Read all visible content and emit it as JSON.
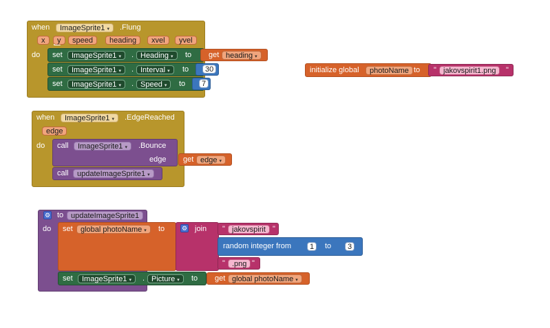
{
  "block1": {
    "when": "when",
    "component": "ImageSprite1",
    "event": ".Flung",
    "params": [
      "x",
      "y",
      "speed",
      "heading",
      "xvel",
      "yvel"
    ],
    "do": "do",
    "set": "set",
    "dot": ".",
    "to": "to",
    "get": "get",
    "rows": [
      {
        "component": "ImageSprite1",
        "property": "Heading",
        "value": "heading"
      },
      {
        "component": "ImageSprite1",
        "property": "Interval",
        "value": "30"
      },
      {
        "component": "ImageSprite1",
        "property": "Speed",
        "value": "7"
      }
    ]
  },
  "global_init": {
    "label": "initialize global",
    "name": "photoName",
    "to": "to",
    "value": "jakovspirit1.png",
    "quote": "\""
  },
  "block2": {
    "when": "when",
    "component": "ImageSprite1",
    "event": ".EdgeReached",
    "param": "edge",
    "do": "do",
    "call": "call",
    "method": ".Bounce",
    "arg_label": "edge",
    "get": "get",
    "get_value": "edge",
    "call2": "call",
    "procedure": "updateImageSprite1"
  },
  "block3": {
    "to": "to",
    "procedure": "updateImageSprite1",
    "do": "do",
    "set": "set",
    "global_var": "global photoName",
    "set_to": "to",
    "join": "join",
    "quote": "\"",
    "string1": "jakovspirit",
    "random_label": "random integer from",
    "random_to": "to",
    "random_from": "1",
    "random_max": "3",
    "string2": ".png",
    "set2": "set",
    "component": "ImageSprite1",
    "dot": ".",
    "property": "Picture",
    "set2_to": "to",
    "get": "get",
    "get_value": "global photoName"
  }
}
